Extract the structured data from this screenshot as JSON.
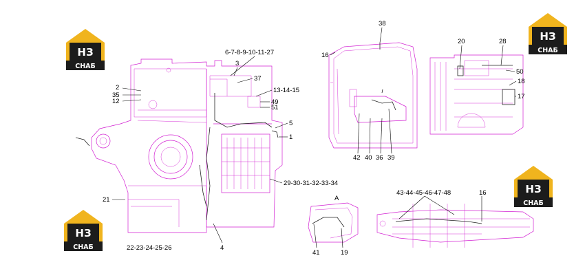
{
  "logo": {
    "top": "НЗ",
    "bottom": "СНАБ"
  },
  "colors": {
    "drawing": "#d21fd2",
    "logo_gold": "#f0b41e",
    "logo_dark": "#1c1c1c",
    "ink": "#000000"
  },
  "callouts": {
    "c1": "1",
    "c2": "2",
    "c3": "3",
    "c4": "4",
    "c5": "5",
    "c6to11_27": "6-7-8-9-10-11-27",
    "c12": "12",
    "c13to15": "13-14-15",
    "c16a": "16",
    "c16b": "16",
    "c17": "17",
    "c18": "18",
    "c19": "19",
    "c20": "20",
    "c21": "21",
    "c22to26": "22-23-24-25-26",
    "c28": "28",
    "c29to34": "29-30-31-32-33-34",
    "c35": "35",
    "c36": "36",
    "c37": "37",
    "c38": "38",
    "c39": "39",
    "c40": "40",
    "c41": "41",
    "c42": "42",
    "c43to48": "43-44-45-46-47-48",
    "c49": "49",
    "c50": "50",
    "c51": "51",
    "detail_a": "A"
  }
}
